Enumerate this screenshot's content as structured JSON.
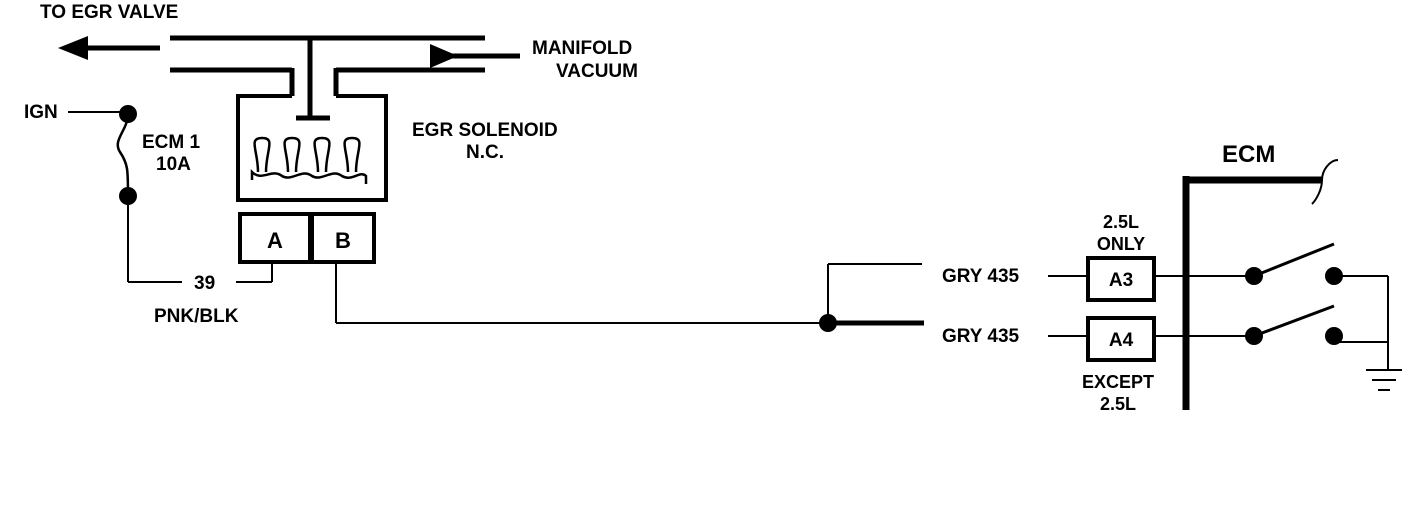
{
  "labels": {
    "to_egr_valve": "TO EGR  VALVE",
    "manifold": "MANIFOLD",
    "vacuum": "VACUUM",
    "ign": "IGN",
    "fuse_name": "ECM 1",
    "fuse_rating": "10A",
    "solenoid_line1": "EGR SOLENOID",
    "solenoid_line2": "N.C.",
    "terminal_a": "A",
    "terminal_b": "B",
    "circuit_39": "39",
    "wire_pnk_blk": "PNK/BLK",
    "ecm": "ECM",
    "note_25l_line1": "2.5L",
    "note_25l_line2": "ONLY",
    "wire_gry_top": "GRY 435",
    "wire_gry_bottom": "GRY 435",
    "pin_a3": "A3",
    "pin_a4": "A4",
    "note_except_line1": "EXCEPT",
    "note_except_line2": "2.5L"
  }
}
